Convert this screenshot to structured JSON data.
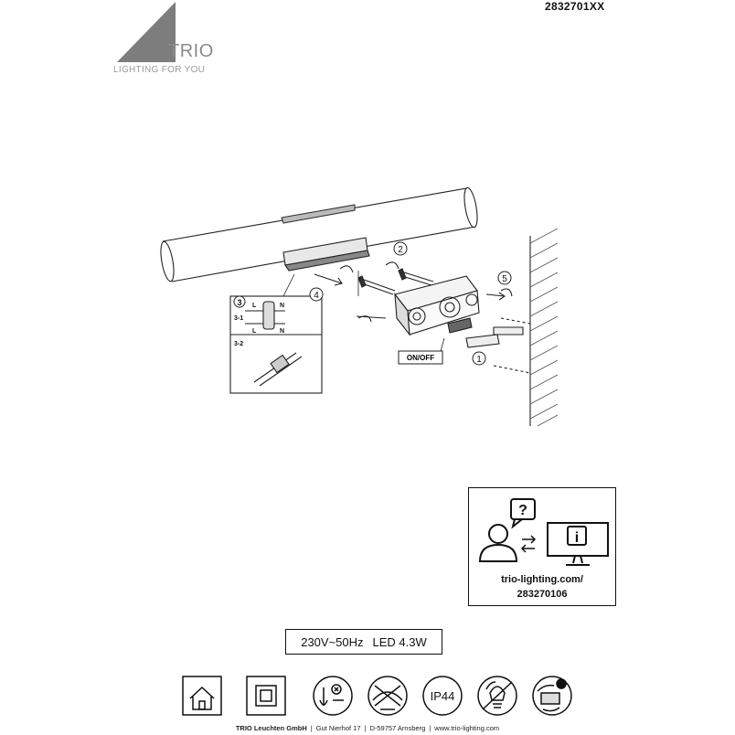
{
  "header": {
    "product_code": "2832701XX"
  },
  "logo": {
    "name": "TRIO",
    "tagline": "LIGHTING FOR YOU"
  },
  "diagram": {
    "steps": [
      "1",
      "2",
      "3",
      "4",
      "5"
    ],
    "substeps": [
      "3-1",
      "3-2"
    ],
    "wire_labels": [
      "L",
      "N",
      "L",
      "N"
    ],
    "switch_label": "ON/OFF"
  },
  "info_box": {
    "url_line1": "trio-lighting.com/",
    "url_line2": "283270106",
    "icons": [
      "question-bubble-icon",
      "person-icon",
      "exchange-arrows-icon",
      "monitor-info-icon"
    ]
  },
  "spec": {
    "voltage": "230V~50Hz",
    "power": "LED 4.3W"
  },
  "symbols": {
    "ip_rating": "IP44",
    "icons": [
      "indoor-use-icon",
      "protection-class-ii-icon",
      "ies-distance-icon",
      "no-covering-icon",
      "ip44-icon",
      "led-not-replaceable-icon",
      "driver-not-replaceable-icon"
    ]
  },
  "footer": {
    "company": "TRIO Leuchten GmbH",
    "street": "Gut Nierhof 17",
    "city": "D-59757 Arnsberg",
    "website": "www.trio-lighting.com"
  }
}
